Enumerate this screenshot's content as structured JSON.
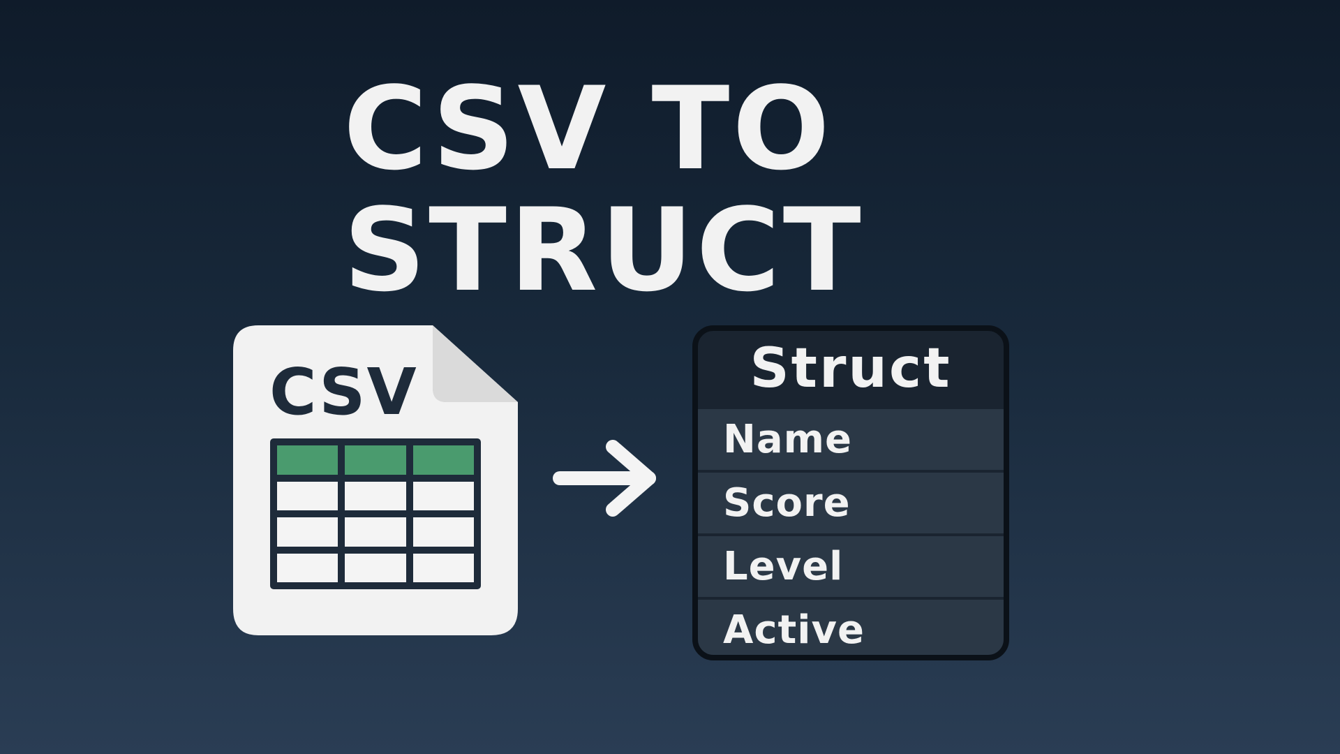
{
  "title": {
    "line1": "CSV TO",
    "line2": "STRUCT"
  },
  "csv_file": {
    "label": "CSV",
    "icon": "csv-file-icon",
    "table": {
      "columns": 3,
      "rows": 4,
      "header_color": "#4a9b6e"
    }
  },
  "arrow": {
    "icon": "arrow-right-icon"
  },
  "struct": {
    "title": "Struct",
    "fields": [
      "Name",
      "Score",
      "Level",
      "Active"
    ]
  },
  "colors": {
    "background_top": "#0f1b2a",
    "background_bottom": "#2a3d54",
    "text": "#f2f2f2",
    "file_paper": "#f2f2f2",
    "file_ink": "#1e2b3a",
    "panel_bg": "#1a2430",
    "panel_row": "#2b3846"
  }
}
